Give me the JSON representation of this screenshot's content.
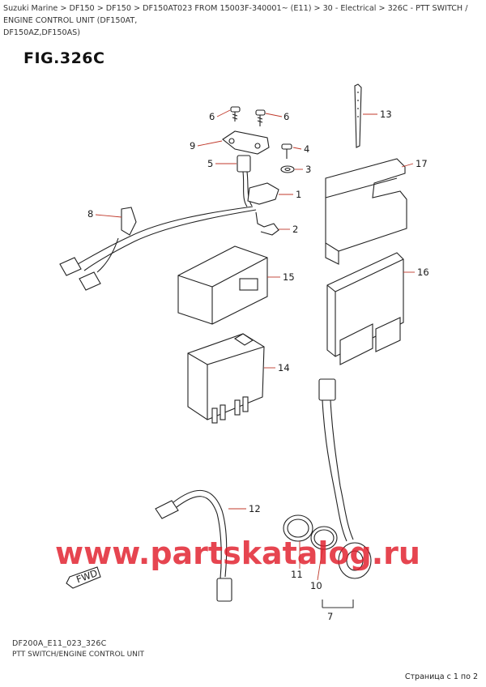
{
  "breadcrumb": {
    "line1": "Suzuki Marine > DF150 > DF150 > DF150AT023 FROM 15003F-340001~ (E11) > 30 - Electrical > 326C - PTT SWITCH / ENGINE CONTROL UNIT (DF150AT,",
    "line2": "DF150AZ,DF150AS)"
  },
  "figure": {
    "title": "FIG.326C",
    "code": "DF200A_E11_023_326C",
    "caption": "PTT SWITCH/ENGINE CONTROL UNIT"
  },
  "callouts": [
    "1",
    "2",
    "3",
    "4",
    "5",
    "6",
    "6",
    "7",
    "8",
    "9",
    "10",
    "11",
    "12",
    "13",
    "14",
    "15",
    "16",
    "17"
  ],
  "fwd_label": "FWD",
  "watermark": "www.partskatalog.ru",
  "page_indicator": "Страница с 1 по 2",
  "colors": {
    "callout_text": "#1a1a1a",
    "leader": "#c0392b",
    "watermark": "#e11d2a",
    "line_art": "#222222"
  }
}
